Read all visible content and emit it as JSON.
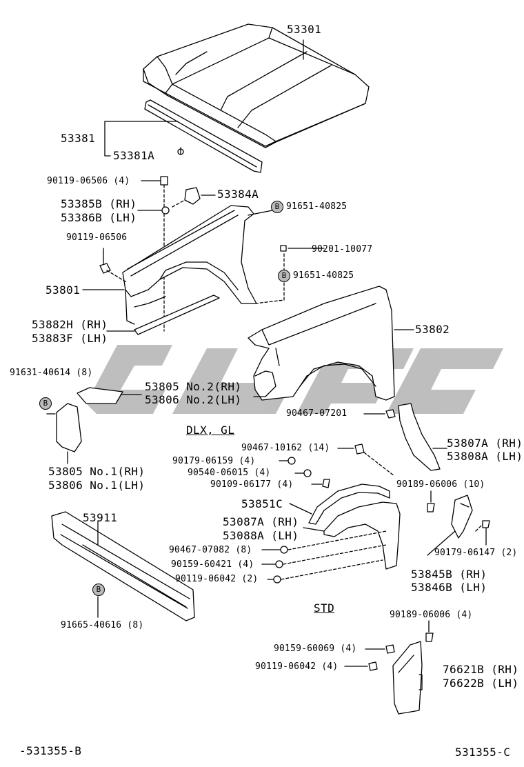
{
  "labels": {
    "p53301": "53301",
    "p53381": "53381",
    "p53381a": "53381A",
    "p90119_06506_4": "90119-06506 (4)",
    "p53384a": "53384A",
    "p53385b": "53385B (RH)",
    "p53386b": "53386B (LH)",
    "p91651_40825_a": "91651-40825",
    "p90119_06506": "90119-06506",
    "p90201_10077": "90201-10077",
    "p91651_40825_b": "91651-40825",
    "p53801": "53801",
    "p53882h": "53882H (RH)",
    "p53883f": "53883F (LH)",
    "p53802": "53802",
    "p91631_40614": "91631-40614 (8)",
    "p53805_no2": "53805 No.2(RH)",
    "p53806_no2": "53806 No.2(LH)",
    "p90467_07201": "90467-07201",
    "dlx_gl": "DLX, GL",
    "p90467_10162": "90467-10162 (14)",
    "p53807a": "53807A (RH)",
    "p53808a": "53808A (LH)",
    "p90179_06159": "90179-06159 (4)",
    "p90540_06015": "90540-06015 (4)",
    "p90109_06177": "90109-06177 (4)",
    "p53805_no1": "53805 No.1(RH)",
    "p53806_no1": "53806 No.1(LH)",
    "p90189_06006_10": "90189-06006 (10)",
    "p53851c": "53851C",
    "p53087a": "53087A (RH)",
    "p53088a": "53088A (LH)",
    "p53911": "53911",
    "p90467_07082": "90467-07082 (8)",
    "p90159_60421": "90159-60421 (4)",
    "p90119_06042_2": "90119-06042 (2)",
    "p90179_06147": "90179-06147 (2)",
    "p53845b": "53845B (RH)",
    "p53846b": "53846B (LH)",
    "std": "STD",
    "p91665_40616": "91665-40616 (8)",
    "p90189_06006_4": "90189-06006 (4)",
    "p90159_60069": "90159-60069 (4)",
    "p90119_06042_4": "90119-06042 (4)",
    "p76621b": "76621B (RH)",
    "p76622b": "76622B (LH)",
    "footer_left": "-531355-B",
    "footer_right": "531355-C"
  },
  "badges": {
    "b": "B"
  }
}
